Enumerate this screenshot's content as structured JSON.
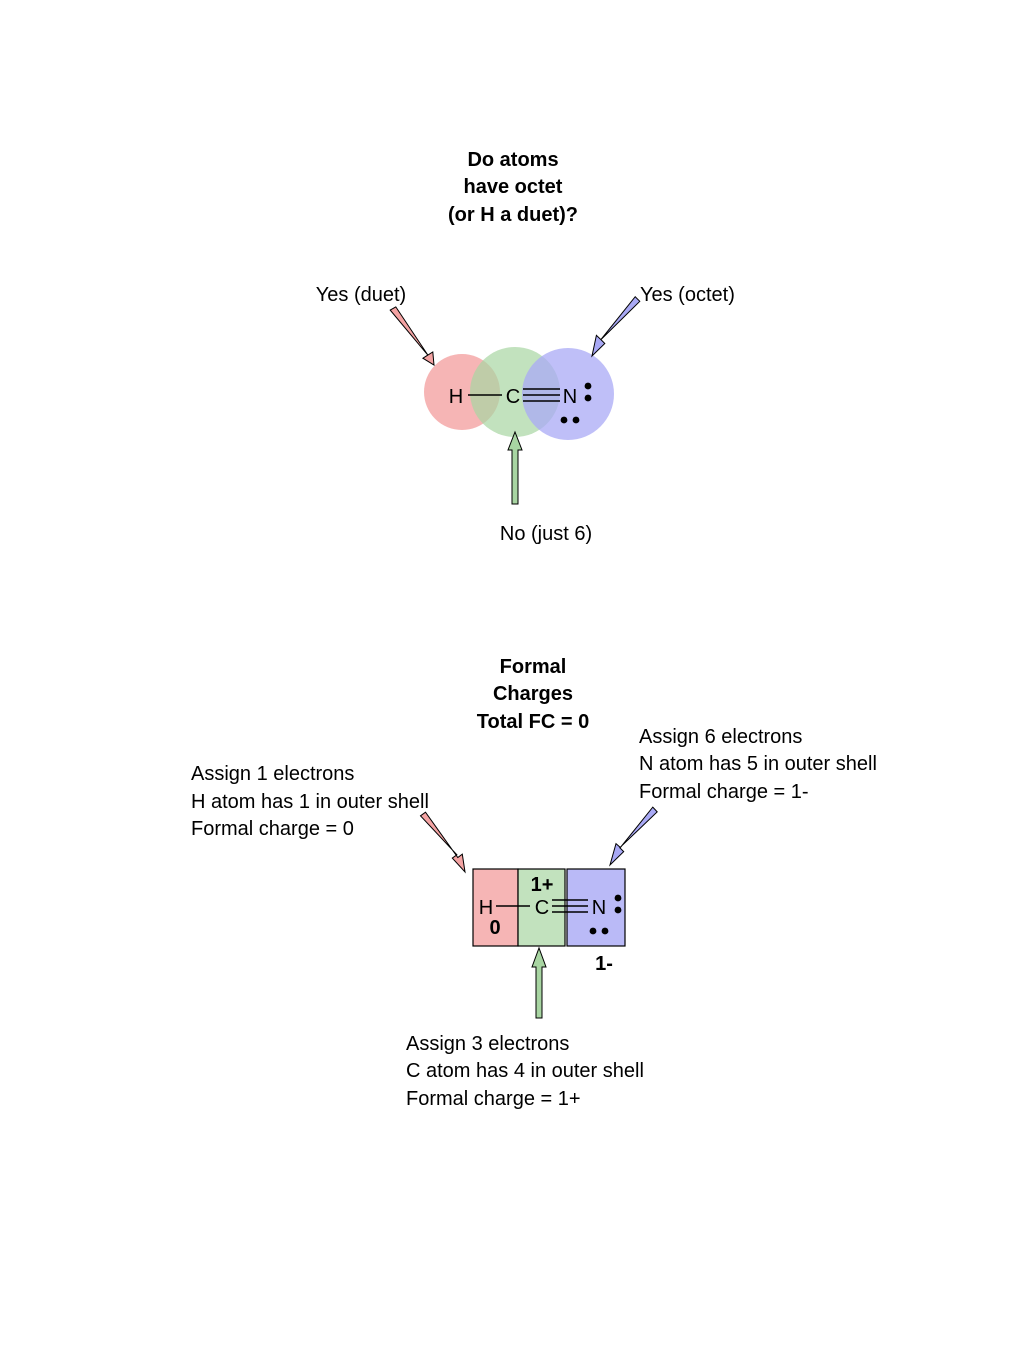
{
  "octet_check": {
    "title_lines": [
      "Do atoms",
      "have octet",
      "(or H a duet)?"
    ],
    "label_h": "Yes (duet)",
    "label_n": "Yes (octet)",
    "label_c": "No (just 6)",
    "atoms": {
      "h": "H",
      "c": "C",
      "n": "N"
    }
  },
  "formal_charges": {
    "title_lines": [
      "Formal",
      "Charges",
      "Total FC = 0"
    ],
    "h_note": [
      "Assign 1 electrons",
      "H atom has 1 in outer shell",
      "Formal charge = 0"
    ],
    "n_note": [
      "Assign 6 electrons",
      "N atom has 5 in outer shell",
      "Formal charge = 1-"
    ],
    "c_note": [
      "Assign 3 electrons",
      "C atom has 4 in outer shell",
      "Formal charge = 1+"
    ],
    "atoms": {
      "h": "H",
      "c": "C",
      "n": "N"
    },
    "charges": {
      "h": "0",
      "c": "1+",
      "n": "1-"
    }
  },
  "colors": {
    "hydrogen": "#f4a3a3",
    "carbon": "#a8d5a2",
    "nitrogen": "#a9a9f5"
  }
}
